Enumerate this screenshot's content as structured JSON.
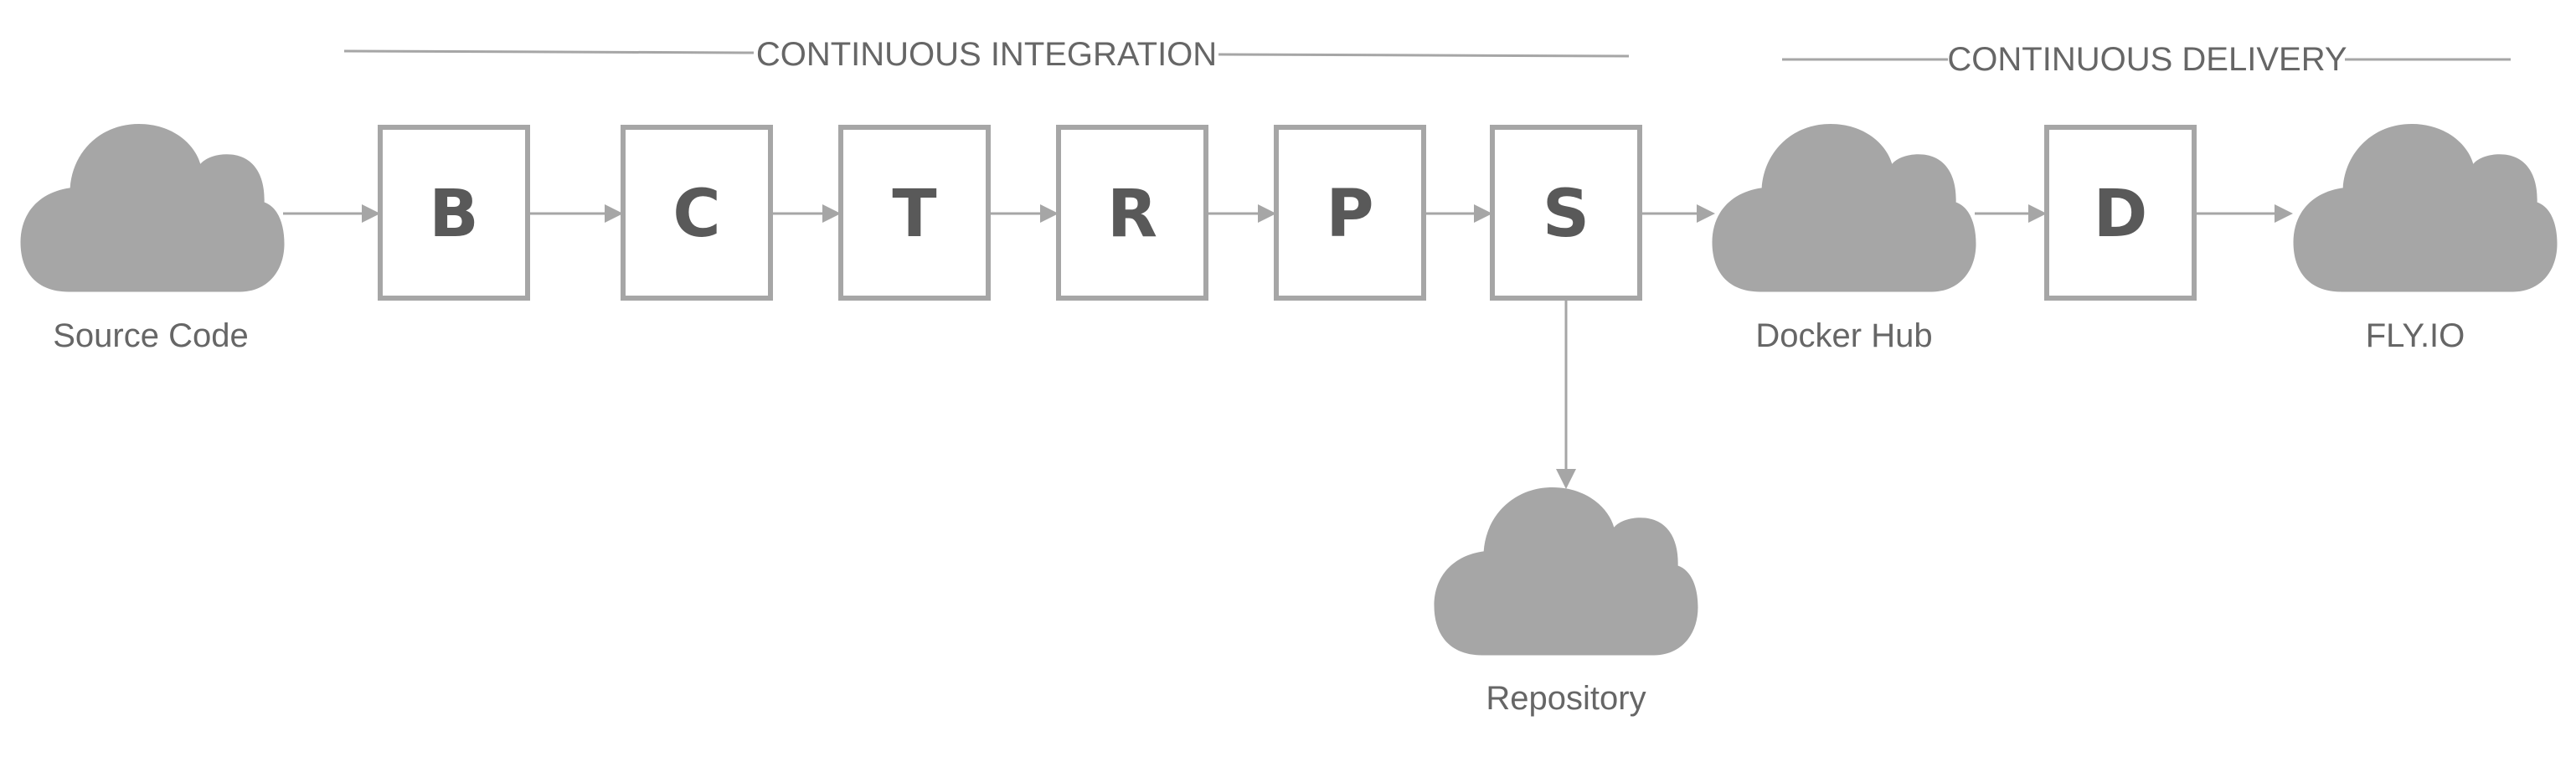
{
  "sections": {
    "ci": {
      "label": "CONTINUOUS INTEGRATION"
    },
    "cd": {
      "label": "CONTINUOUS DELIVERY"
    }
  },
  "stages": [
    {
      "id": "b",
      "letter": "B"
    },
    {
      "id": "c",
      "letter": "C"
    },
    {
      "id": "t",
      "letter": "T"
    },
    {
      "id": "r",
      "letter": "R"
    },
    {
      "id": "p",
      "letter": "P"
    },
    {
      "id": "s",
      "letter": "S"
    },
    {
      "id": "d",
      "letter": "D"
    }
  ],
  "clouds": {
    "source": {
      "label": "Source Code"
    },
    "dockerhub": {
      "label": "Docker Hub"
    },
    "flyio": {
      "label": "FLY.IO"
    },
    "repository": {
      "label": "Repository"
    }
  },
  "colors": {
    "stroke": "#a6a6a6",
    "cloud": "#a6a6a6",
    "letter": "#595959",
    "text": "#666666"
  }
}
